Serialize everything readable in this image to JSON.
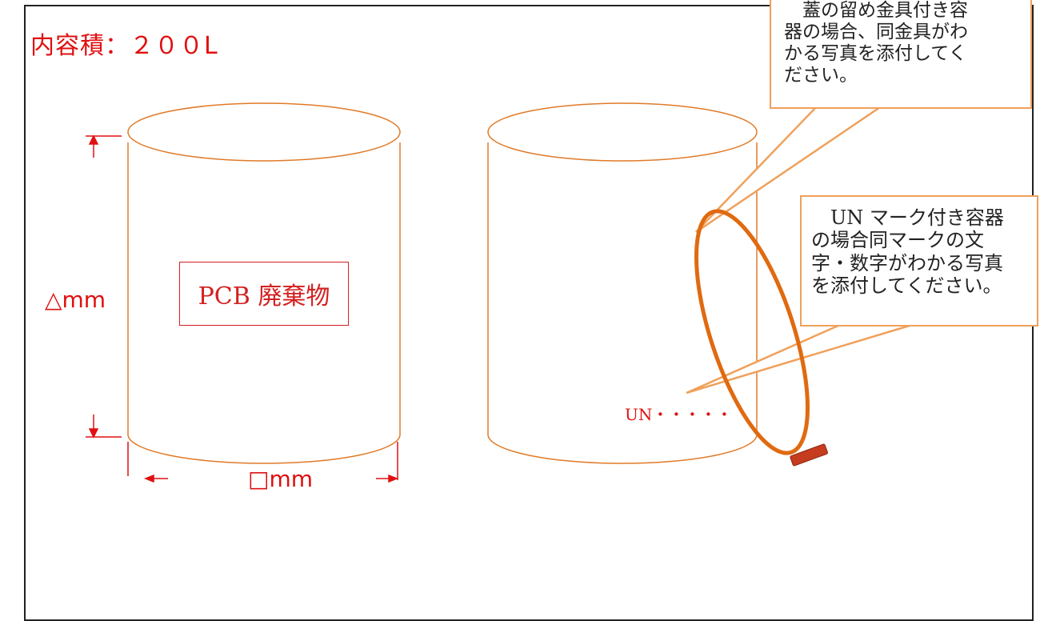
{
  "colors": {
    "accent_red": "#e01010",
    "drum_outline": "#e07a28",
    "callout_border": "#f0a05a",
    "highlight_ring": "#e06a10"
  },
  "header": {
    "volume_label": "内容積：２００L"
  },
  "drum_left": {
    "label": "PCB 廃棄物",
    "height_dim": "△mm",
    "width_dim": "□mm"
  },
  "drum_right": {
    "un_text": "UN・・・・・"
  },
  "callouts": {
    "lid_fitting": {
      "lines": [
        "　蓋の留め金具付き容",
        "器の場合、同金具がわ",
        "かる写真を添付してく",
        "ださい。"
      ]
    },
    "un_mark": {
      "lines": [
        "　UN マーク付き容器",
        "の場合同マークの文",
        "字・数字がわかる写真",
        "を添付してください。"
      ]
    }
  }
}
